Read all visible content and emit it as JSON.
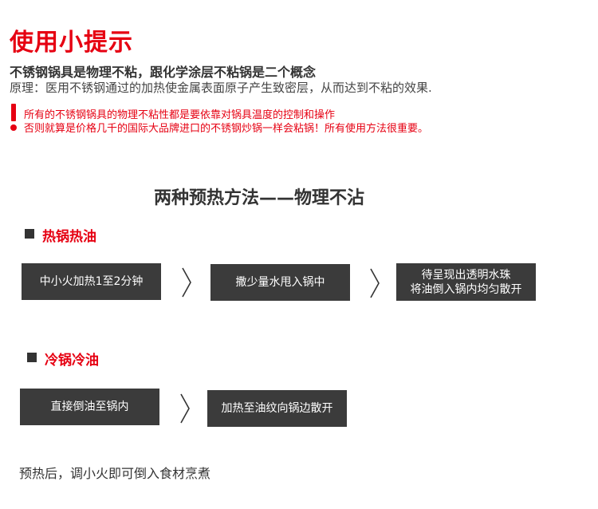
{
  "header": {
    "title": "使用小提示",
    "subtitle": "不锈钢锅具是物理不粘，跟化学涂层不粘锅是二个概念",
    "principle": "原理：医用不锈钢通过的加热使金属表面原子产生致密层，从而达到不粘的效果."
  },
  "warning": {
    "line1": "所有的不锈钢锅具的物理不粘性都是要依靠对锅具温度的控制和操作",
    "line2": "否则就算是价格几千的国际大品牌进口的不锈钢炒锅一样会粘锅！所有使用方法很重要。"
  },
  "section": {
    "heading": "两种预热方法——物理不沾"
  },
  "methods": [
    {
      "title": "热锅热油",
      "steps": [
        {
          "line1": "中小火加热1至2分钟",
          "line2": ""
        },
        {
          "line1": "撒少量水甩入锅中",
          "line2": ""
        },
        {
          "line1": "待呈现出透明水珠",
          "line2": "将油倒入锅内均匀散开"
        }
      ]
    },
    {
      "title": "冷锅冷油",
      "steps": [
        {
          "line1": "直接倒油至锅内",
          "line2": ""
        },
        {
          "line1": "加热至油纹向锅边散开",
          "line2": ""
        }
      ]
    }
  ],
  "footer": {
    "text": "预热后，调小火即可倒入食材烹煮"
  },
  "colors": {
    "accent": "#e60012",
    "step_bg": "#3b3b3b",
    "text": "#333333"
  }
}
